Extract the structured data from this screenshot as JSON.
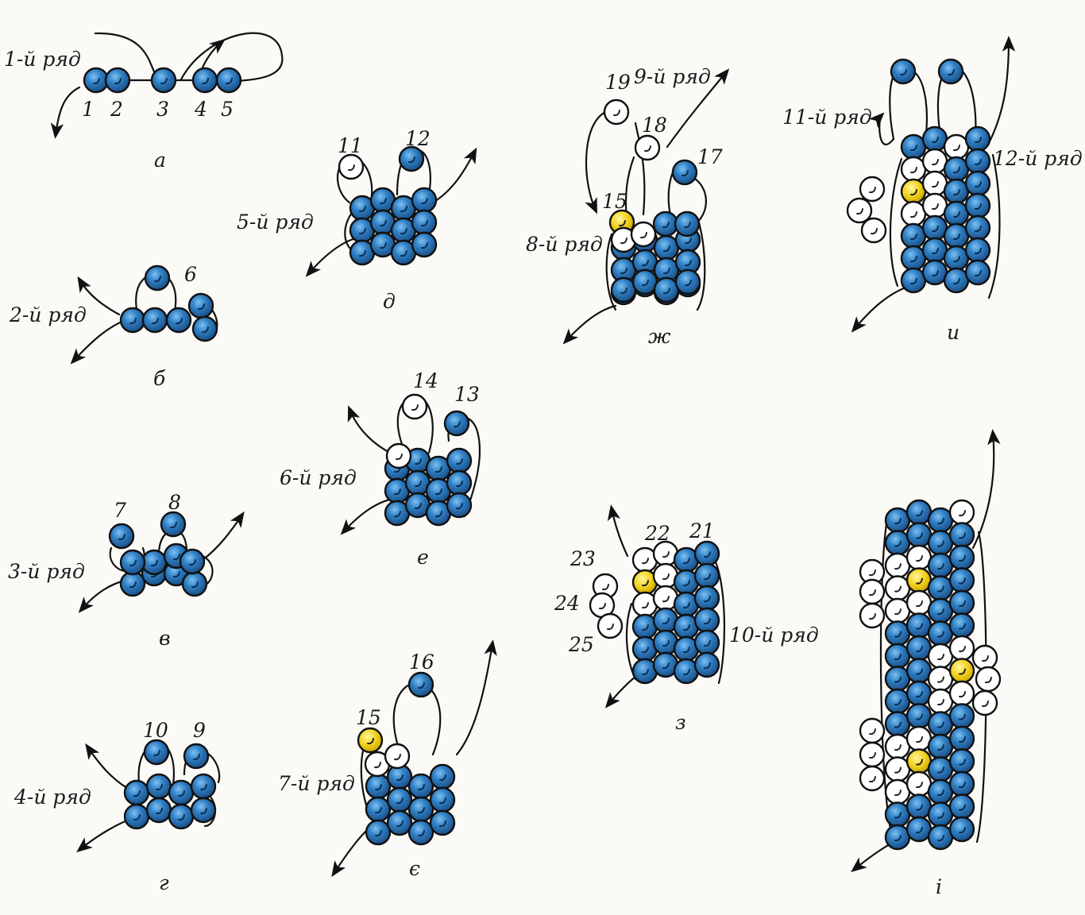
{
  "colors": {
    "blue_bead": "#2f7fc4",
    "blue_dark": "#123c66",
    "white_bead": "#ffffff",
    "yellow_bead": "#f2d21e",
    "thread": "#111111",
    "background": "#fbfaf7"
  },
  "panels": [
    {
      "id": "a",
      "letter": "а",
      "row_label": "1-й ряд",
      "numbers": [
        "1",
        "2",
        "3",
        "4",
        "5"
      ]
    },
    {
      "id": "b",
      "letter": "б",
      "row_label": "2-й ряд",
      "numbers": [
        "6"
      ]
    },
    {
      "id": "v",
      "letter": "в",
      "row_label": "3-й ряд",
      "numbers": [
        "7",
        "8"
      ]
    },
    {
      "id": "g",
      "letter": "г",
      "row_label": "4-й ряд",
      "numbers": [
        "10",
        "9"
      ]
    },
    {
      "id": "d",
      "letter": "д",
      "row_label": "5-й ряд",
      "numbers": [
        "11",
        "12"
      ]
    },
    {
      "id": "e",
      "letter": "е",
      "row_label": "6-й ряд",
      "numbers": [
        "14",
        "13"
      ]
    },
    {
      "id": "ye",
      "letter": "є",
      "row_label": "7-й ряд",
      "numbers": [
        "15",
        "16"
      ]
    },
    {
      "id": "zh",
      "letter": "ж",
      "row_label": "8-й ряд",
      "row_label_2": "9-й ряд",
      "numbers": [
        "19",
        "18",
        "17",
        "15"
      ]
    },
    {
      "id": "z",
      "letter": "з",
      "row_label": "10-й ряд",
      "numbers": [
        "22",
        "21",
        "23",
        "24",
        "25"
      ]
    },
    {
      "id": "y",
      "letter": "и",
      "row_label": "11-й ряд",
      "row_label_2": "12-й ряд",
      "numbers": []
    },
    {
      "id": "i",
      "letter": "і",
      "numbers": []
    }
  ]
}
